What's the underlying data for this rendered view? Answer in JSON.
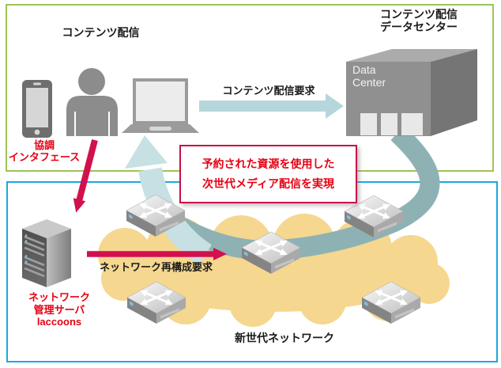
{
  "top_section": {
    "title": "コンテンツ配信",
    "datacenter_label_line1": "コンテンツ配信",
    "datacenter_label_line2": "データセンター",
    "datacenter_box_line1": "Data",
    "datacenter_box_line2": "Center",
    "delivery_request_label": "コンテンツ配信要求",
    "interface_label_line1": "協調",
    "interface_label_line2": "インタフェース"
  },
  "callout": {
    "line1": "予約された資源を使用した",
    "line2": "次世代メディア配信を実現"
  },
  "bottom_section": {
    "network_label": "新世代ネットワーク",
    "reconfig_request_label": "ネットワーク再構成要求",
    "server_label_line1": "ネットワーク",
    "server_label_line2": "管理サーバ",
    "server_label_line3": "laccoons"
  },
  "colors": {
    "top_border_green": "#9dc355",
    "bottom_border_blue": "#1da7e0",
    "crimson_arrow": "#d3104e",
    "red_text": "#e60012",
    "callout_border": "#c81048",
    "cloud_fill": "#f5d78f",
    "teal_band": "#8eb2b4",
    "pale_blue_arrow": "#c7e0e3",
    "request_arrow_fill": "#b5d7db"
  }
}
